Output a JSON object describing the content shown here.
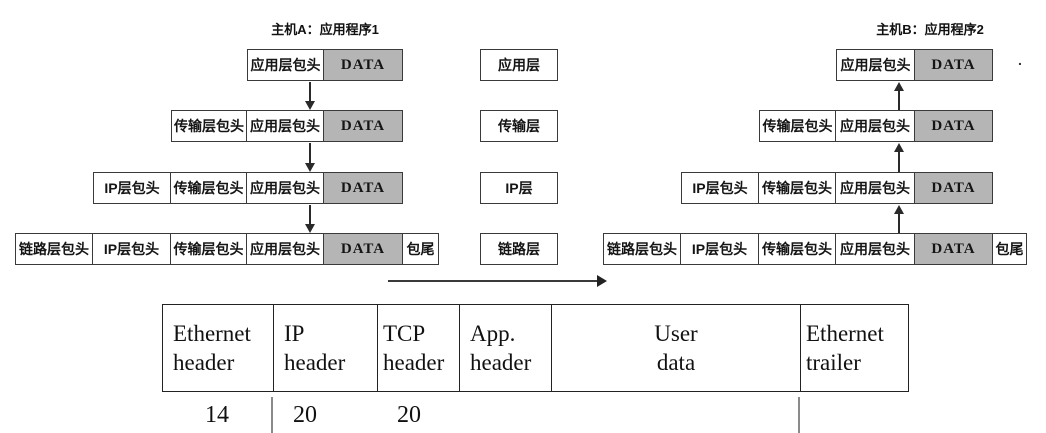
{
  "colors": {
    "background": "#ffffff",
    "data_box_fill": "#b5b5b5",
    "box_border": "#3a3a3a",
    "text": "#161616"
  },
  "host_a": {
    "title": "主机A：应用程序1",
    "rows": [
      {
        "cells": [
          "应用层包头",
          "DATA"
        ]
      },
      {
        "cells": [
          "传输层包头",
          "应用层包头",
          "DATA"
        ]
      },
      {
        "cells": [
          "IP层包头",
          "传输层包头",
          "应用层包头",
          "DATA"
        ]
      },
      {
        "cells": [
          "链路层包头",
          "IP层包头",
          "传输层包头",
          "应用层包头",
          "DATA",
          "包尾"
        ]
      }
    ]
  },
  "protocol_layers": {
    "items": [
      "应用层",
      "传输层",
      "IP层",
      "链路层"
    ]
  },
  "host_b": {
    "title": "主机B：应用程序2",
    "stray_dot": ".",
    "rows": [
      {
        "cells": [
          "应用层包头",
          "DATA"
        ]
      },
      {
        "cells": [
          "传输层包头",
          "应用层包头",
          "DATA"
        ]
      },
      {
        "cells": [
          "IP层包头",
          "传输层包头",
          "应用层包头",
          "DATA"
        ]
      },
      {
        "cells": [
          "链路层包头",
          "IP层包头",
          "传输层包头",
          "应用层包头",
          "DATA",
          "包尾"
        ]
      }
    ]
  },
  "packet_table": {
    "cells": [
      {
        "line1": "Ethernet",
        "line2": "header"
      },
      {
        "line1": "IP",
        "line2": "header"
      },
      {
        "line1": "TCP",
        "line2": "header"
      },
      {
        "line1": "App.",
        "line2": "header"
      },
      {
        "line1": "User",
        "line2": "data"
      },
      {
        "line1": "Ethernet",
        "line2": "trailer"
      }
    ],
    "sizes": [
      "14",
      "20",
      "20"
    ]
  }
}
